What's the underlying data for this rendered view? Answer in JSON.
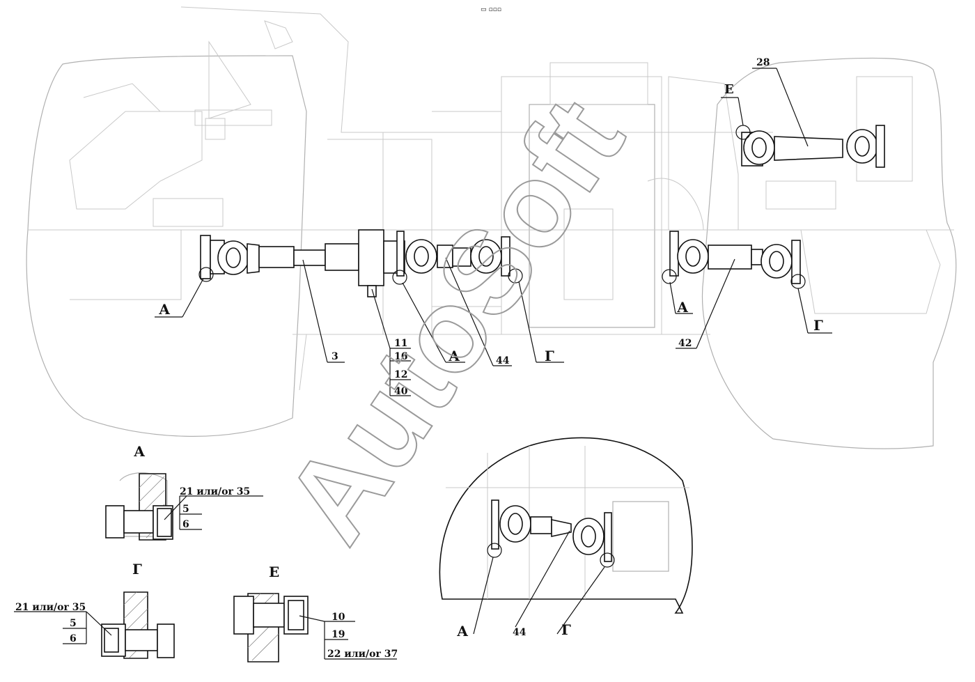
{
  "header_mark": "▭ ▫▫▫",
  "watermark": "AutoSoft",
  "main_view": {
    "callouts": {
      "a_left": "А",
      "a_center": "А",
      "a_right": "А",
      "g_center": "Г",
      "g_right": "Г",
      "e_top": "Е",
      "n28": "28",
      "n3": "3",
      "n44": "44",
      "n42": "42"
    },
    "stack": [
      "11",
      "16",
      "12",
      "40"
    ]
  },
  "detail_a": {
    "title": "А",
    "labels": [
      "21 или/or 35",
      "5",
      "6"
    ]
  },
  "detail_g": {
    "title": "Г",
    "labels": [
      "21 или/or 35",
      "5",
      "6"
    ]
  },
  "detail_e": {
    "title": "Е",
    "labels": [
      "10",
      "19",
      "22 или/or 37"
    ]
  },
  "inset_view": {
    "labels": {
      "a": "А",
      "n44": "44",
      "g": "Г"
    }
  }
}
